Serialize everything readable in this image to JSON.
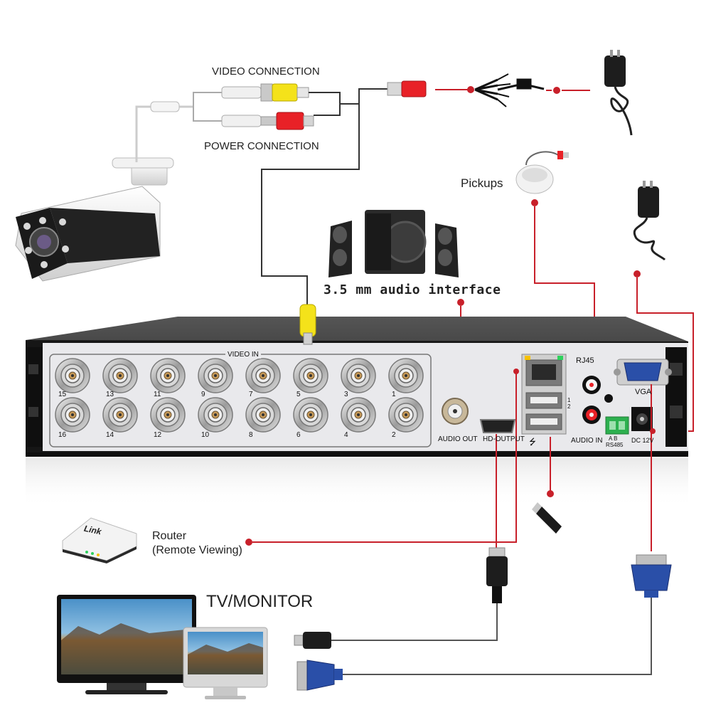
{
  "labels": {
    "video_connection": "VIDEO CONNECTION",
    "power_connection": "POWER CONNECTION",
    "pickups": "Pickups",
    "audio_interface": "3.5 mm audio interface",
    "router": "Router",
    "remote_viewing": "(Remote Viewing)",
    "tv_monitor": "TV/MONITOR",
    "router_brand": "Link"
  },
  "dvr": {
    "video_in": "VIDEO IN",
    "top_row": [
      "15",
      "13",
      "11",
      "9",
      "7",
      "5",
      "3",
      "1"
    ],
    "bottom_row": [
      "16",
      "14",
      "12",
      "10",
      "8",
      "6",
      "4",
      "2"
    ],
    "audio_out": "AUDIO OUT",
    "hd_output": "HD-OUTPUT",
    "rj45": "RJ45",
    "audio_in": "AUDIO IN",
    "vga": "VGA",
    "rs485": "RS485",
    "rs485_ab": "A  B",
    "dc12v": "DC 12V",
    "usb_num": "1 2"
  },
  "colors": {
    "line_red": "#c8202a",
    "dvr_body": "#1b1b1b",
    "panel": "#e9e9ec"
  }
}
